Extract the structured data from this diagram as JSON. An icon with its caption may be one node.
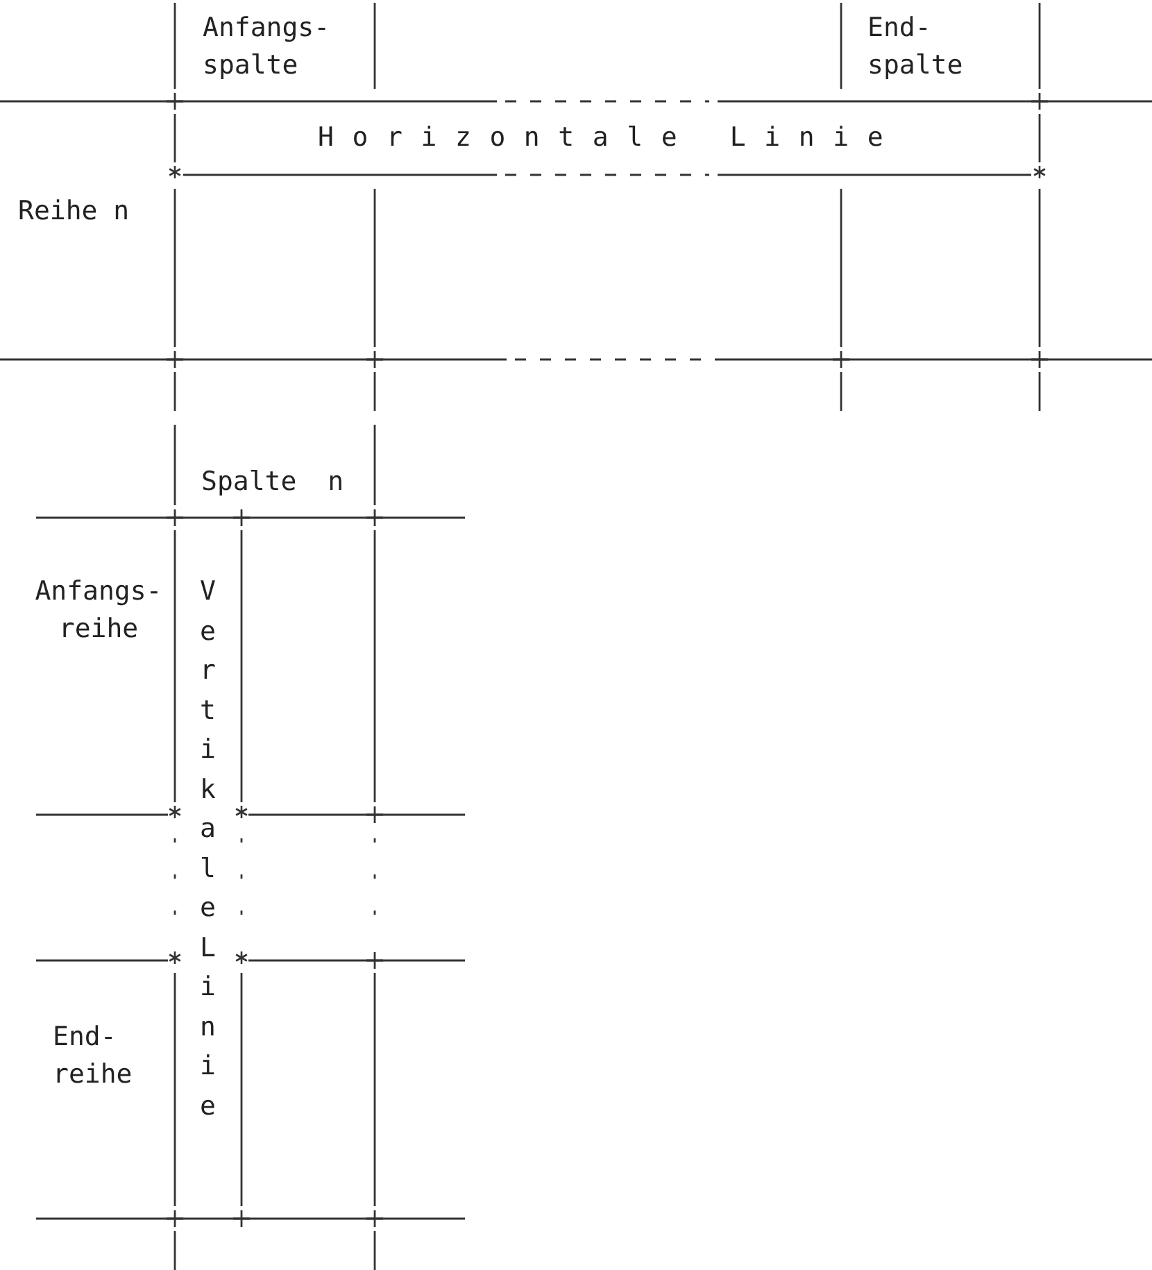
{
  "diagram": {
    "labels": [
      "Anfangs- spalte",
      "End- spalte",
      "Horizontale Linie",
      "Reihe n",
      "Spalte n",
      "Anfangs- reihe",
      "Vertikale Linie",
      "End- reihe"
    ]
  }
}
